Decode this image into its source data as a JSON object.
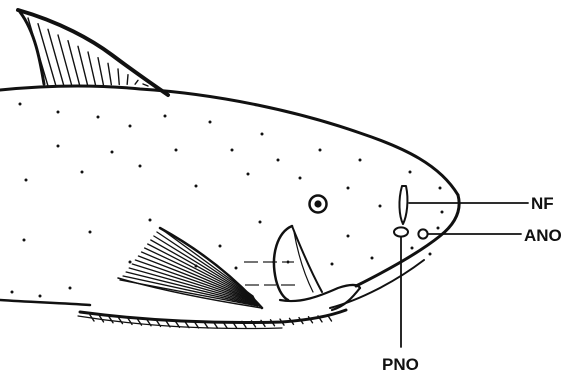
{
  "diagram": {
    "subject": "fish-head-illustration",
    "labels": {
      "nf": "NF",
      "ano": "ANO",
      "pno": "PNO"
    },
    "colors": {
      "ink": "#111111",
      "background": "#ffffff"
    }
  }
}
